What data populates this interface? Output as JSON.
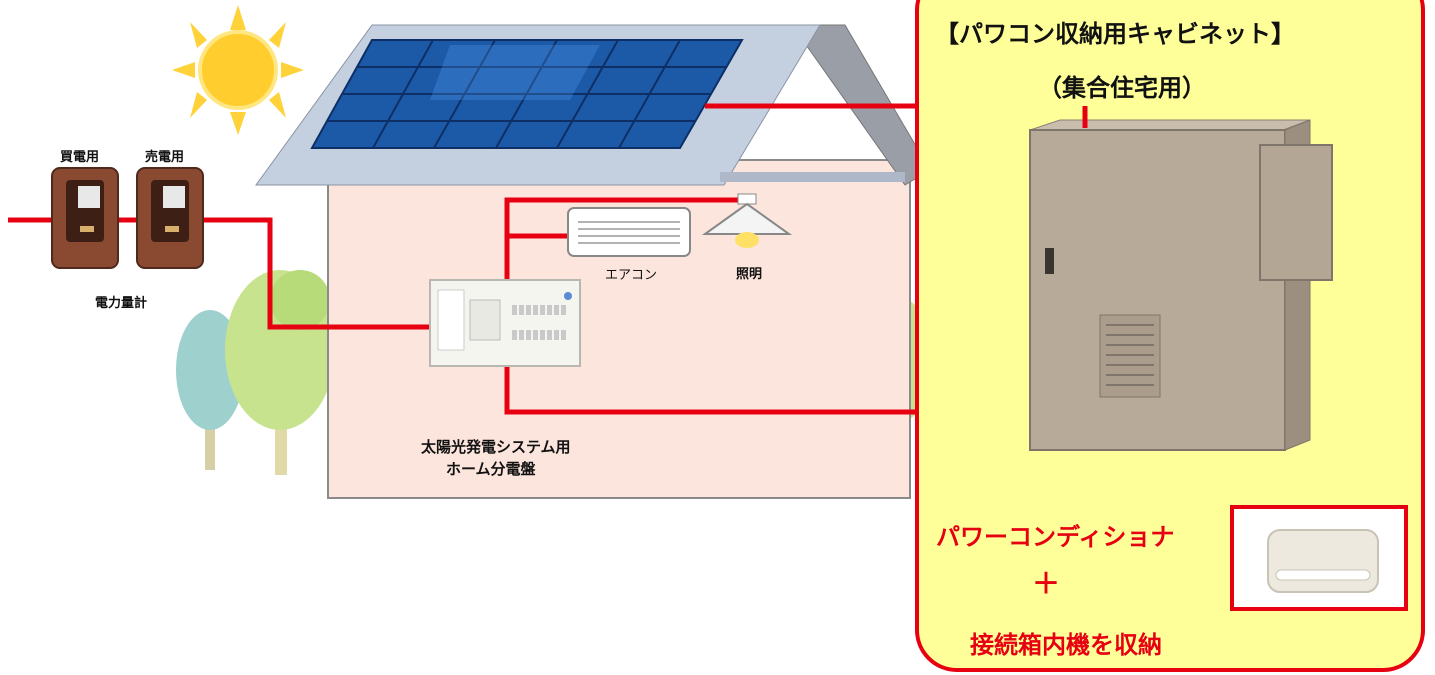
{
  "meters": {
    "buy_label": "買電用",
    "sell_label": "売電用",
    "caption": "電力量計"
  },
  "house": {
    "aircon_label": "エアコン",
    "light_label": "照明",
    "panel_caption_line1": "太陽光発電システム用",
    "panel_caption_line2": "ホーム分電盤"
  },
  "cabinet_panel": {
    "title": "【パワコン収納用キャビネット】",
    "subtitle": "（集合住宅用）",
    "desc_line1": "パワーコンディショナ",
    "desc_plus": "＋",
    "desc_line2": "接続箱内機を収納"
  },
  "colors": {
    "wire": "#e60012",
    "panel_bg": "#ffff99",
    "panel_border": "#e60012",
    "house_wall": "#fce5dc",
    "roof": "#b7c3d4",
    "solar": "#1f63b8",
    "sun": "#ffd23a",
    "cabinet": "#b8aa98"
  }
}
